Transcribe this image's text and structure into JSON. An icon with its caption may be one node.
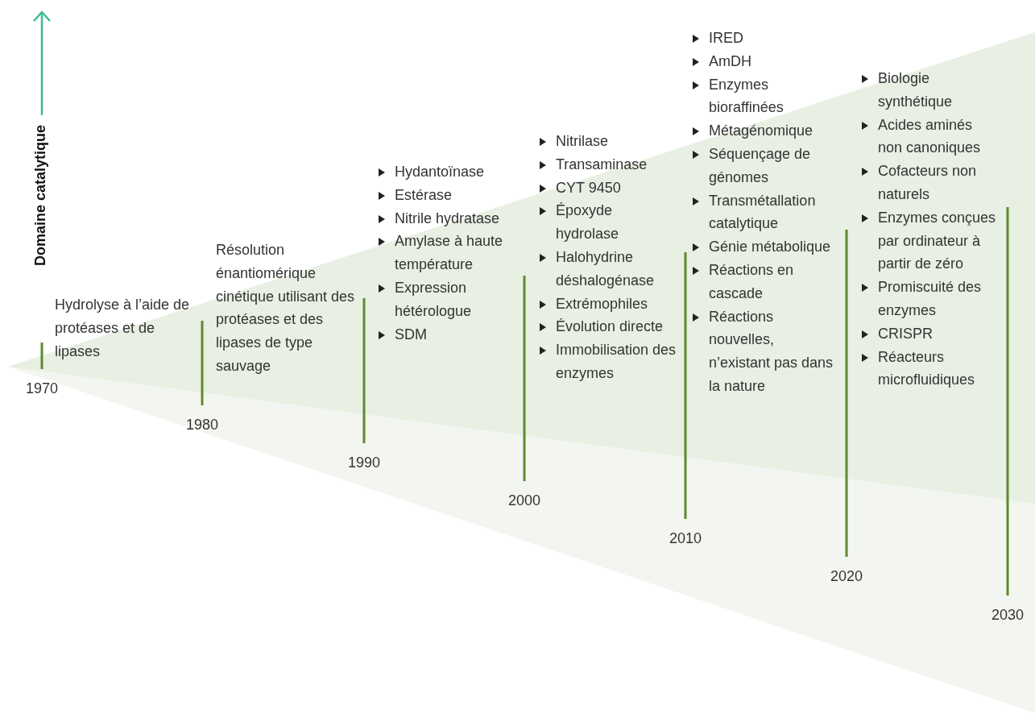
{
  "diagram": {
    "labels": [
      "Domaine catalytique",
      "Hydrolyse à l’aide de protéases et de lipases",
      "1970",
      "Résolution énantiomérique cinétique utilisant des protéases et des lipases de type sauvage",
      "1980",
      "Hydantoïnase",
      "Estérase",
      "Nitrile hydratase",
      "Amylase à haute température",
      "Expression hétérologue",
      "SDM",
      "1990",
      "Nitrilase",
      "Transaminase",
      "CYT 9450",
      "Époxyde hydrolase",
      "Halohydrine déshalogénase",
      "Extrémophiles",
      "Évolution directe",
      "Immobilisation des enzymes",
      "2000",
      "IRED",
      "AmDH",
      "Enzymes bioraffinées",
      "Métagénomique",
      "Séquençage de génomes",
      "Transmétallation catalytique",
      "Génie métabolique",
      "Réactions en cascade",
      "Réactions nouvelles, n’existant pas dans la nature",
      "2010",
      "Biologie synthétique",
      "Acides aminés non canoniques",
      "Cofacteurs non naturels",
      "Enzymes conçues par ordinateur à partir de zéro",
      "Promiscuité des enzymes",
      "CRISPR",
      "Réacteurs microfluidiques",
      "2020",
      "2030"
    ]
  }
}
